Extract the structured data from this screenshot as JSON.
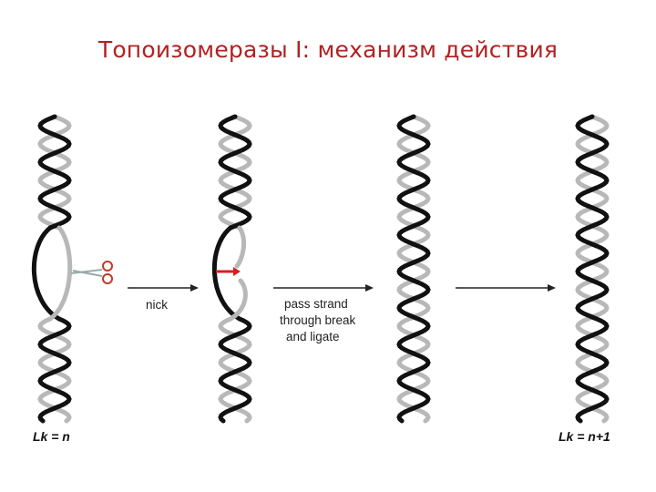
{
  "title": "Топоизомеразы I: механизм действия",
  "steps": [
    {
      "label": "nick"
    },
    {
      "label_lines": [
        "pass strand",
        "through break",
        "and ligate"
      ]
    }
  ],
  "linking_numbers": {
    "start": "Lk = n",
    "end": "Lk = n+1"
  },
  "colors": {
    "title": "#b22222",
    "strand_dark": "#111111",
    "strand_light": "#b8b8b8",
    "nick_marker": "#d42020",
    "scissors": "#c0392b"
  },
  "icons": [
    "scissors-icon",
    "arrow-right-icon"
  ]
}
